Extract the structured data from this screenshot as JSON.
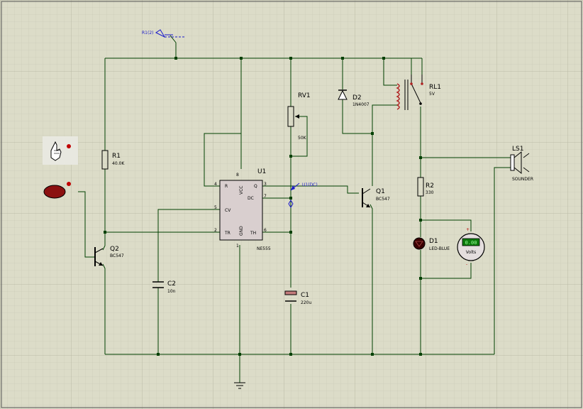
{
  "probe_r1": "R1(2)",
  "probe_u1": "U1(DC)",
  "r1": {
    "ref": "R1",
    "value": "40.0K"
  },
  "rv1": {
    "ref": "RV1",
    "value": "50K"
  },
  "d2": {
    "ref": "D2",
    "value": "1N4007"
  },
  "rl1": {
    "ref": "RL1",
    "value": "5V"
  },
  "ls1": {
    "ref": "LS1",
    "value": "SOUNDER"
  },
  "r2": {
    "ref": "R2",
    "value": "330"
  },
  "q1": {
    "ref": "Q1",
    "value": "BC547"
  },
  "q2": {
    "ref": "Q2",
    "value": "BC547"
  },
  "c1": {
    "ref": "C1",
    "value": "220u"
  },
  "c2": {
    "ref": "C2",
    "value": "10n"
  },
  "d1": {
    "ref": "D1",
    "value": "LED-BLUE"
  },
  "u1": {
    "ref": "U1",
    "value": "NE555",
    "pins": {
      "p1": "1",
      "p2": "2",
      "p3": "3",
      "p4": "4",
      "p5": "5",
      "p6": "6",
      "p7": "7",
      "p8": "8"
    },
    "labels": {
      "r": "R",
      "q": "Q",
      "dc": "DC",
      "cv": "CV",
      "tr": "TR",
      "th": "TH",
      "vcc": "VCC",
      "gnd": "GND"
    }
  },
  "voltmeter": {
    "reading": "0.00",
    "unit": "Volts",
    "plus": "+",
    "minus": "-"
  },
  "colors": {
    "wire": "#004000",
    "grid_minor": "#c5c5b2",
    "grid_major": "#b3b39f",
    "component": "#000000",
    "probe": "#1a1acc",
    "led": "#5a0000",
    "button": "#8b1010"
  }
}
